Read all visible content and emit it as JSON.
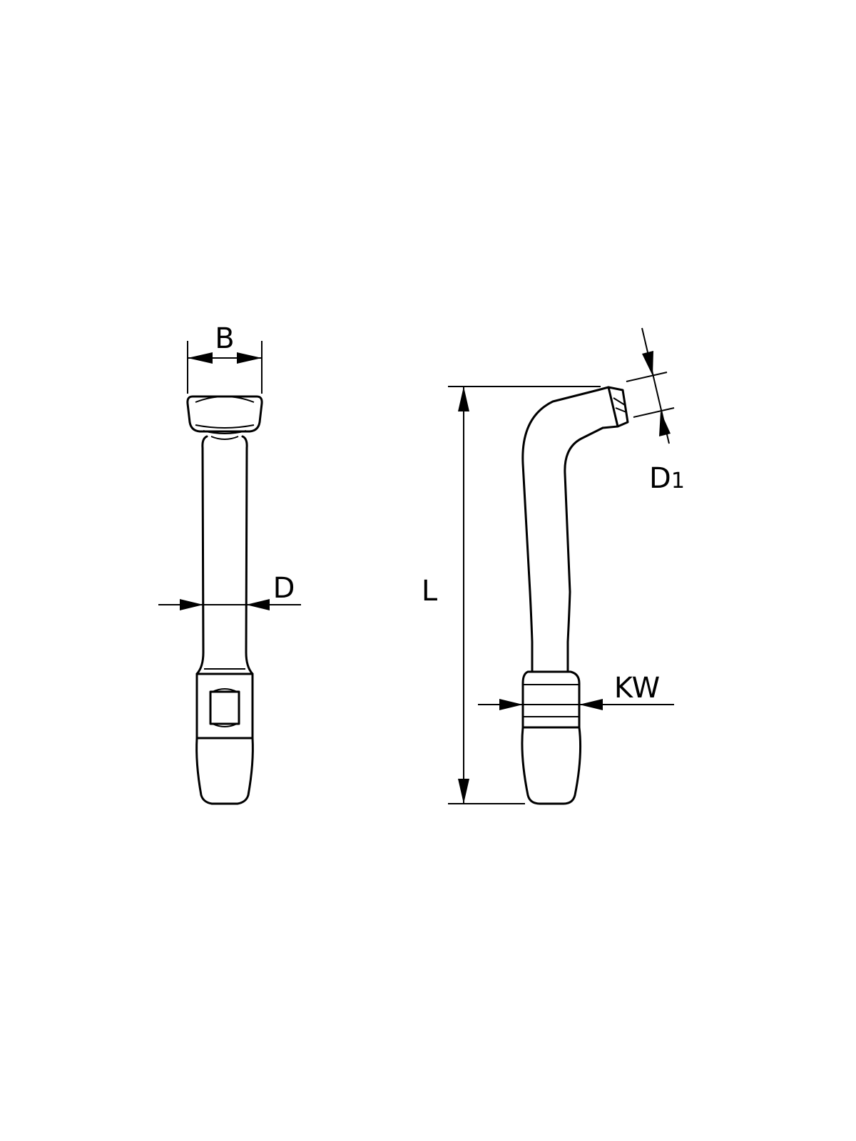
{
  "labels": {
    "width": "B",
    "shank_diameter": "D",
    "length": "L",
    "tip_diameter_main": "D",
    "tip_diameter_sub": "1",
    "wrench_size": "KW"
  }
}
